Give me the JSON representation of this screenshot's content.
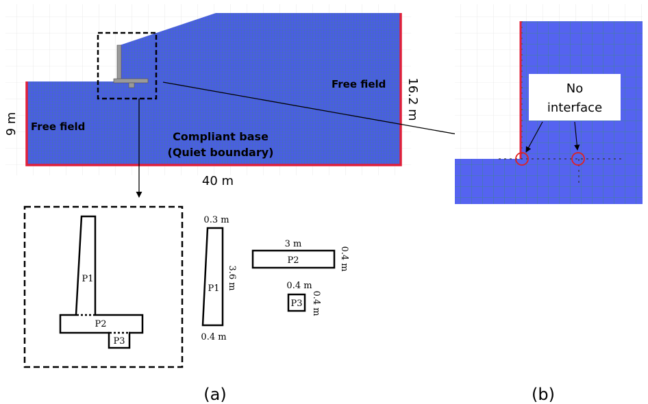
{
  "model": {
    "free_field_right": "Free field",
    "free_field_left": "Free field",
    "base_line1": "Compliant base",
    "base_line2": "(Quiet boundary)",
    "height_right": "16.2 m",
    "height_left": "9 m",
    "width": "40 m"
  },
  "wall": {
    "p1": "P1",
    "p2": "P2",
    "p3": "P3"
  },
  "parts": {
    "p1_top": "0.3 m",
    "p1_height": "3.6 m",
    "p1_bottom": "0.4 m",
    "p1_label": "P1",
    "p2_width": "3 m",
    "p2_height": "0.4 m",
    "p2_label": "P2",
    "p3_width": "0.4 m",
    "p3_height": "0.4 m",
    "p3_label": "P3"
  },
  "zoom": {
    "callout_line1": "No",
    "callout_line2": "interface"
  },
  "captions": {
    "a": "(a)",
    "b": "(b)"
  },
  "colors": {
    "mesh": "#4f5fe8",
    "boundary": "#e0203a",
    "circle": "#e02020"
  }
}
